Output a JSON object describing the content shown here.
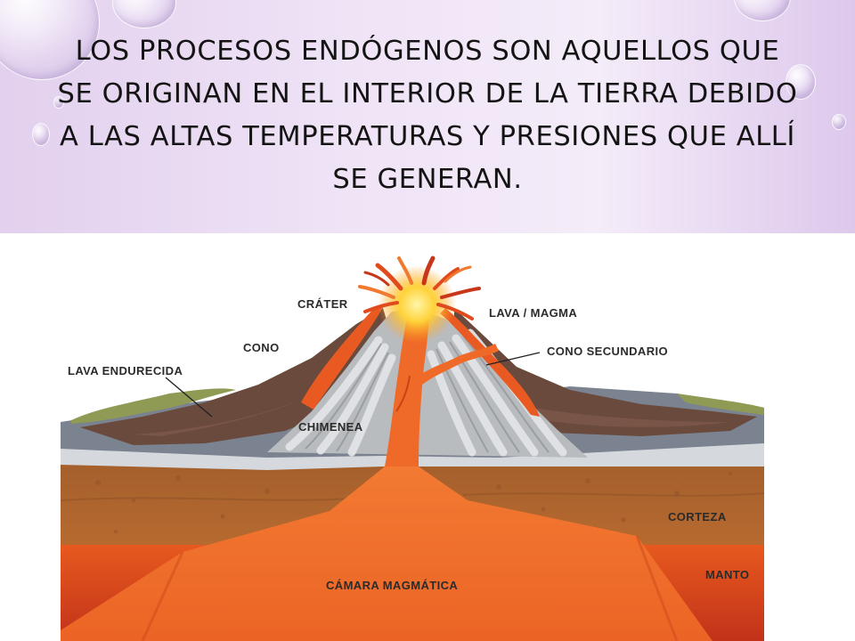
{
  "slide": {
    "title": "Los procesos endógenos son aquellos que se originan en el interior de la Tierra debido a las altas temperaturas y presiones que allí se generan."
  },
  "diagram": {
    "labels": {
      "crater": "CRÁTER",
      "lava_magma": "LAVA / MAGMA",
      "cono": "CONO",
      "cono_secundario": "CONO SECUNDARIO",
      "lava_endurecida": "LAVA ENDURECIDA",
      "chimenea": "CHIMENEA",
      "corteza": "CORTEZA",
      "manto": "MANTO",
      "camara_magmatica": "CÁMARA MAGMÁTICA"
    }
  },
  "colors": {
    "header_background": "#ecdff4",
    "magma": "#f0682a",
    "crust": "#a8632e",
    "mantle": "#e8401c",
    "cone_gray": "#b9bcbf"
  }
}
